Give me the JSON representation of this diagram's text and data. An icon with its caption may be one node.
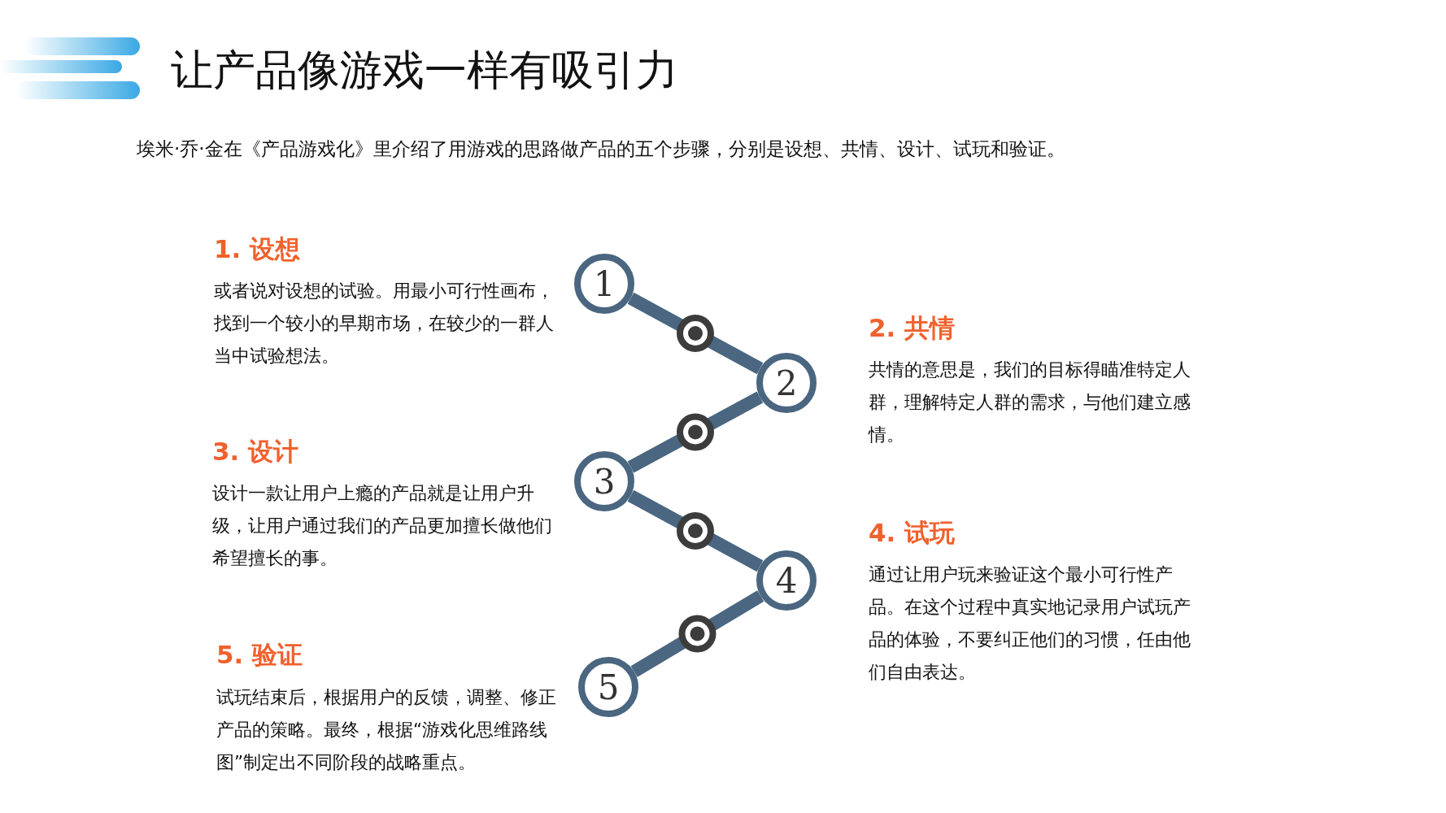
{
  "diagram": {
    "title": "让产品像游戏一样有吸引力",
    "caption": "埃米·乔·金在《产品游戏化》里介绍了用游戏的思路做产品的五个步骤，分别是设想、共情、设计、试玩和验证。",
    "nodes": [
      {
        "text": [
          "1"
        ],
        "beside": [
          "1. 设想",
          "或者说对设想的试验。用最小可行性画布，找到一个较小的早期市场，在较少的一群人当中试验想法。"
        ]
      },
      {
        "text": [
          "2"
        ],
        "beside": [
          "2. 共情",
          "共情的意思是，我们的目标得瞄准特定人群，理解特定人群的需求，与他们建立感情。"
        ]
      },
      {
        "text": [
          "3"
        ],
        "beside": [
          "3. 设计",
          "设计一款让用户上瘾的产品就是让用户升级，让用户通过我们的产品更加擅长做他们希望擅长的事。"
        ]
      },
      {
        "text": [
          "4"
        ],
        "beside": [
          "4. 试玩",
          "通过让用户玩来验证这个最小可行性产品。在这个过程中真实地记录用户试玩产品的体验，不要纠正他们的习惯，任由他们自由表达。"
        ]
      },
      {
        "text": [
          "5"
        ],
        "beside": [
          "5. 验证",
          "试玩结束后，根据用户的反馈，调整、修正产品的策略。最终，根据“游戏化思维路线图”制定出不同阶段的战略重点。"
        ]
      }
    ],
    "edges": [
      {
        "from": 0,
        "to": 1,
        "arrow": "none"
      },
      {
        "from": 1,
        "to": 2,
        "arrow": "none"
      },
      {
        "from": 2,
        "to": 3,
        "arrow": "none"
      },
      {
        "from": 3,
        "to": 4,
        "arrow": "none"
      }
    ]
  }
}
